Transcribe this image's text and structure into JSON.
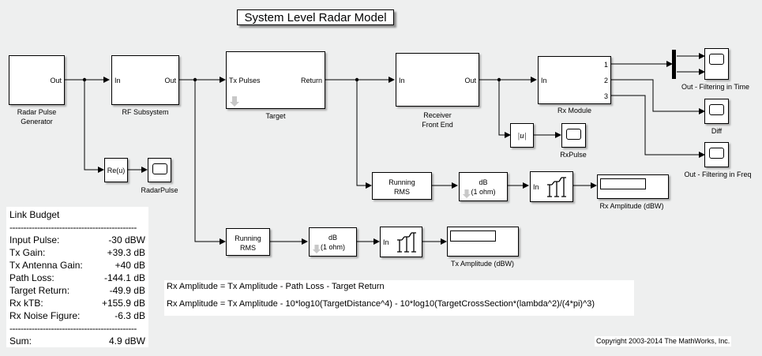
{
  "title": "System Level Radar Model",
  "blocks": {
    "radar_pulse_generator": {
      "label_line1": "Radar Pulse",
      "label_line2": "Generator",
      "out_port": "Out"
    },
    "rf_subsystem": {
      "label": "RF Subsystem",
      "in_port": "In",
      "out_port": "Out"
    },
    "target": {
      "label": "Target",
      "in_port": "Tx Pulses",
      "out_port": "Return"
    },
    "receiver_front_end": {
      "label_line1": "Receiver",
      "label_line2": "Front End",
      "in_port": "In",
      "out_port": "Out"
    },
    "rx_module": {
      "label": "Rx Module",
      "in_port": "In",
      "out_ports": [
        "1",
        "2",
        "3"
      ]
    },
    "re_u": {
      "text": "Re(u)"
    },
    "radar_pulse_scope": {
      "label": "RadarPulse"
    },
    "abs_u": {
      "text": "|u|"
    },
    "rx_pulse_scope": {
      "label": "RxPulse"
    },
    "scope_time": {
      "label": "Out - Filtering in Time"
    },
    "scope_diff": {
      "label": "Diff"
    },
    "scope_freq": {
      "label": "Out - Filtering in Freq"
    },
    "rx_running_rms": {
      "line1": "Running",
      "line2": "RMS"
    },
    "rx_db": {
      "line1": "dB",
      "line2": "(1 ohm)"
    },
    "rx_quantizer": {
      "in_port": "In"
    },
    "rx_amplitude_display": {
      "label": "Rx Amplitude (dBW)"
    },
    "tx_running_rms": {
      "line1": "Running",
      "line2": "RMS"
    },
    "tx_db": {
      "line1": "dB",
      "line2": "(1 ohm)"
    },
    "tx_quantizer": {
      "in_port": "In"
    },
    "tx_amplitude_display": {
      "label": "Tx Amplitude (dBW)"
    }
  },
  "link_budget": {
    "heading": "Link Budget",
    "separator": "----------------------------------------------",
    "rows": [
      {
        "name": "Input Pulse:",
        "value": "-30 dBW"
      },
      {
        "name": "Tx Gain:",
        "value": "+39.3 dB"
      },
      {
        "name": "Tx Antenna Gain:",
        "value": "+40 dB"
      },
      {
        "name": "Path Loss:",
        "value": "-144.1 dB"
      },
      {
        "name": "Target Return:",
        "value": "-49.9 dB"
      },
      {
        "name": "Rx kTB:",
        "value": "+155.9 dB"
      },
      {
        "name": "Rx Noise Figure:",
        "value": "-6.3 dB"
      }
    ],
    "sum": {
      "name": "Sum:",
      "value": "4.9 dBW"
    }
  },
  "equations": {
    "line1": "Rx Amplitude = Tx Amplitude - Path Loss - Target Return",
    "line2": "Rx Amplitude = Tx Amplitude - 10*log10(TargetDistance^4) - 10*log10(TargetCrossSection*(lambda^2)/(4*pi)^3)"
  },
  "copyright": "Copyright 2003-2014 The MathWorks, Inc."
}
